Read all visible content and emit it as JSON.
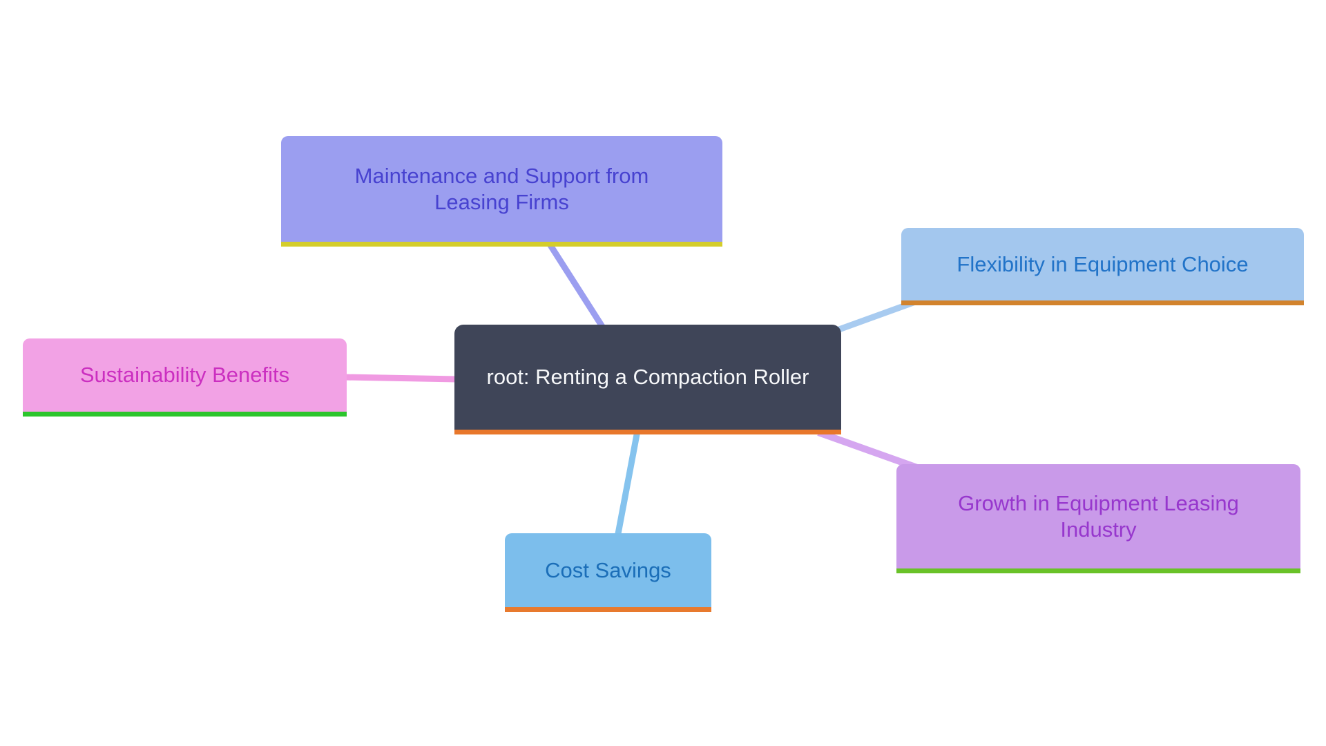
{
  "diagram": {
    "type": "mindmap",
    "background": "#ffffff",
    "root": {
      "id": "root",
      "label": "root: Renting a Compaction Roller",
      "fill": "#3f4558",
      "text_color": "#f7f8fa",
      "underline_color": "#e8772b"
    },
    "branches": [
      {
        "id": "maintenance",
        "label": "Maintenance and Support from Leasing Firms",
        "fill": "#9b9ef0",
        "text_color": "#4742d0",
        "underline_color": "#d4cd2b",
        "connector_color": "#9b9ef0"
      },
      {
        "id": "flexibility",
        "label": "Flexibility in Equipment Choice",
        "fill": "#a3c7ee",
        "text_color": "#2173c8",
        "underline_color": "#d2832d",
        "connector_color": "#a8cbf0"
      },
      {
        "id": "sustainability",
        "label": "Sustainability Benefits",
        "fill": "#f2a2e5",
        "text_color": "#cb2fc0",
        "underline_color": "#2cc52c",
        "connector_color": "#f09ae2"
      },
      {
        "id": "cost",
        "label": "Cost Savings",
        "fill": "#7cbeec",
        "text_color": "#1b6eb8",
        "underline_color": "#e87a2e",
        "connector_color": "#85c3ee"
      },
      {
        "id": "growth",
        "label": "Growth in Equipment Leasing Industry",
        "fill": "#c99ae9",
        "text_color": "#9737cd",
        "underline_color": "#69c228",
        "connector_color": "#d5a6f0"
      }
    ]
  }
}
